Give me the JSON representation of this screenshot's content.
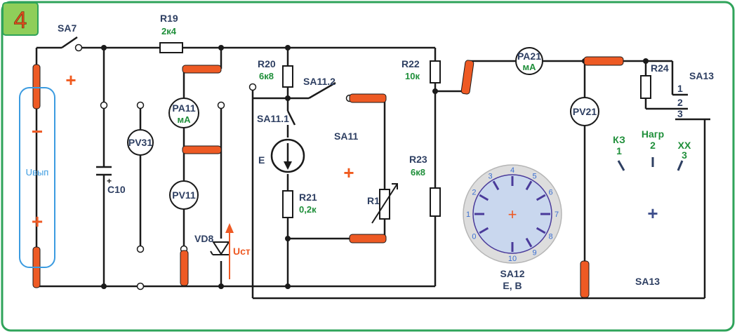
{
  "panel_number": "4",
  "switches": {
    "sa7": "SA7",
    "sa11_2": "SA11.2",
    "sa11_1": "SA11.1",
    "sa11": "SA11",
    "sa13_top": "SA13",
    "sa13_bottom": "SA13",
    "sa12": "SA12",
    "sa12_unit": "E, B"
  },
  "resistors": {
    "r19": {
      "name": "R19",
      "value": "2к4"
    },
    "r20": {
      "name": "R20",
      "value": "6к8"
    },
    "r21": {
      "name": "R21",
      "value": "0,2к"
    },
    "r22": {
      "name": "R22",
      "value": "10к"
    },
    "r23": {
      "name": "R23",
      "value": "6к8"
    },
    "r24": {
      "name": "R24"
    },
    "r1": {
      "name": "R1"
    }
  },
  "meters": {
    "pa11": {
      "name": "PA11",
      "unit": "мА"
    },
    "pa21": {
      "name": "PA21",
      "unit": "мА"
    },
    "pv31": {
      "name": "PV31"
    },
    "pv11": {
      "name": "PV11"
    },
    "pv21": {
      "name": "PV21"
    }
  },
  "components": {
    "c10": "C10",
    "vd8": "VD8",
    "e_source": "E",
    "u_st": "Uст"
  },
  "power_supply": {
    "label": "Uвып",
    "minus": "−",
    "plus": "+"
  },
  "sa13_positions": [
    {
      "name": "КЗ",
      "num": "1"
    },
    {
      "name": "Нагр",
      "num": "2"
    },
    {
      "name": "ХХ",
      "num": "3"
    }
  ],
  "sa13_contacts": [
    "1",
    "2",
    "3"
  ],
  "dial_ticks": [
    "0",
    "1",
    "2",
    "3",
    "4",
    "5",
    "6",
    "7",
    "8",
    "9",
    "10"
  ],
  "colors": {
    "frame": "#2fa35a",
    "jumper": "#ee5a24",
    "wire": "#1a1a1a",
    "badge": "#8fce5a",
    "supply_outline": "#3b9be0"
  }
}
